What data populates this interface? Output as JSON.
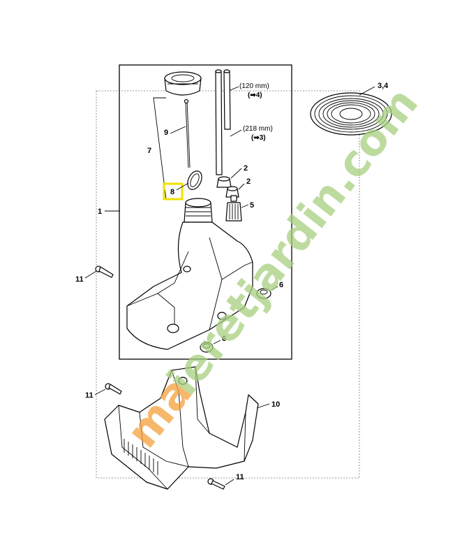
{
  "labels": {
    "l1": "1",
    "l2a": "2",
    "l2b": "2",
    "l34": "3,4",
    "l5": "5",
    "l6a": "6",
    "l6b": "6",
    "l7": "7",
    "l8": "8",
    "l9": "9",
    "l10": "10",
    "l11a": "11",
    "l11b": "11",
    "l11c": "11"
  },
  "dimensions": {
    "short_hose": "(120 mm)",
    "short_hose_ref": "(➡4)",
    "long_hose": "(218 mm)",
    "long_hose_ref": "(➡3)"
  },
  "watermark": {
    "text_orange": "ma",
    "text_green": "ieretjardin.com",
    "color_orange": "#f5a13c",
    "color_green": "#a8d080"
  },
  "highlight_color": "#f0e000"
}
